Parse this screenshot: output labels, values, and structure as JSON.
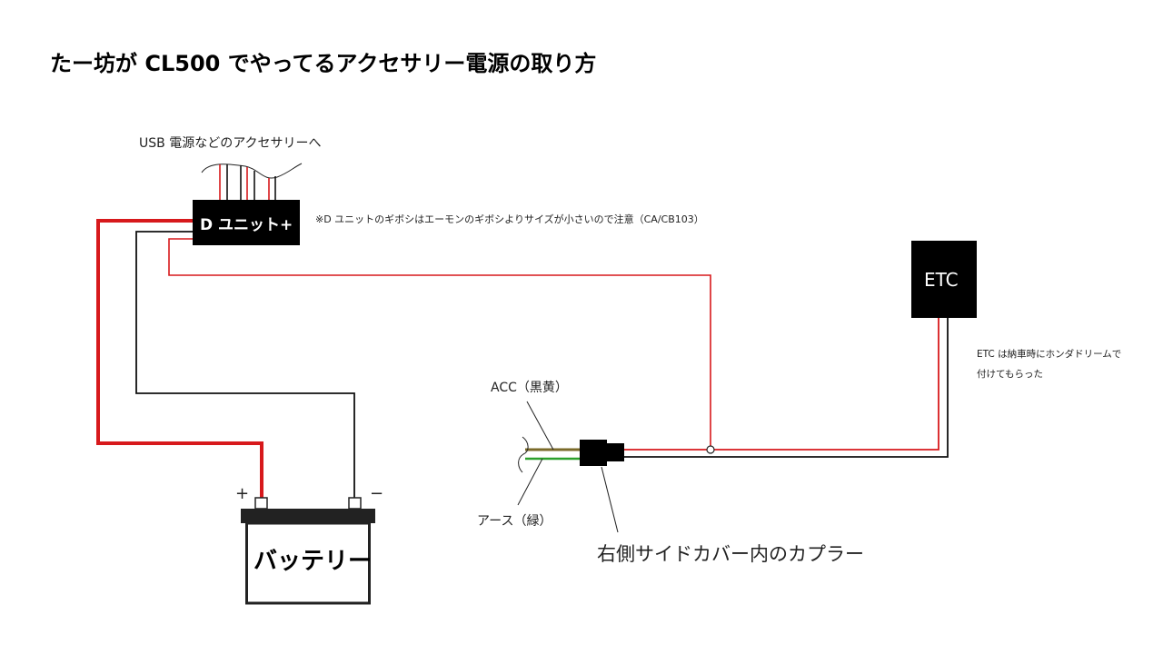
{
  "title": "たー坊が CL500 でやってるアクセサリー電源の取り方",
  "usb_label": "USB 電源などのアクセサリーへ",
  "d_unit_label": "D ユニット+",
  "d_unit_note": "※D ユニットのギボシはエーモンのギボシよりサイズが小さいので注意（CA/CB103）",
  "battery_label": "バッテリー",
  "battery_plus": "+",
  "battery_minus": "−",
  "etc_label": "ETC",
  "etc_note_line1": "ETC は納車時にホンダドリームで",
  "etc_note_line2": "付けてもらった",
  "acc_label": "ACC（黒黄）",
  "earth_label": "アース（緑）",
  "coupler_label": "右側サイドカバー内のカプラー",
  "colors": {
    "red": "#d7191c",
    "black": "#111111",
    "olive": "#7a6a2a",
    "green": "#2ca02c"
  }
}
